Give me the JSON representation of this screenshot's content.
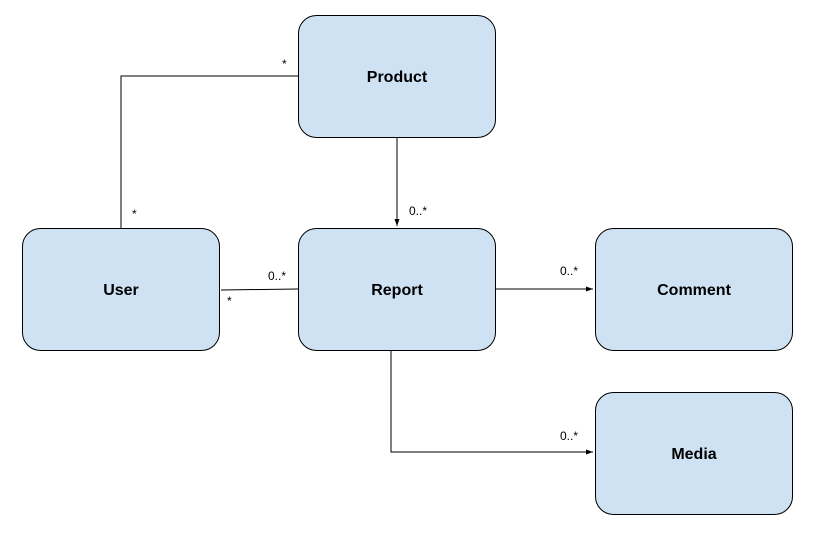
{
  "colors": {
    "node_fill": "#cfe2f3",
    "node_stroke": "#000000",
    "edge": "#000000",
    "background": "#ffffff"
  },
  "nodes": {
    "product": "Product",
    "user": "User",
    "report": "Report",
    "comment": "Comment",
    "media": "Media"
  },
  "edges": {
    "user_product": {
      "from": "User",
      "to": "Product",
      "user_end": "*",
      "product_end": "*"
    },
    "product_report": {
      "from": "Product",
      "to": "Report",
      "report_end": "0..*"
    },
    "user_report": {
      "from": "User",
      "to": "Report",
      "user_end": "*",
      "report_end": "0..*"
    },
    "report_comment": {
      "from": "Report",
      "to": "Comment",
      "comment_end": "0..*"
    },
    "report_media": {
      "from": "Report",
      "to": "Media",
      "media_end": "0..*"
    }
  }
}
